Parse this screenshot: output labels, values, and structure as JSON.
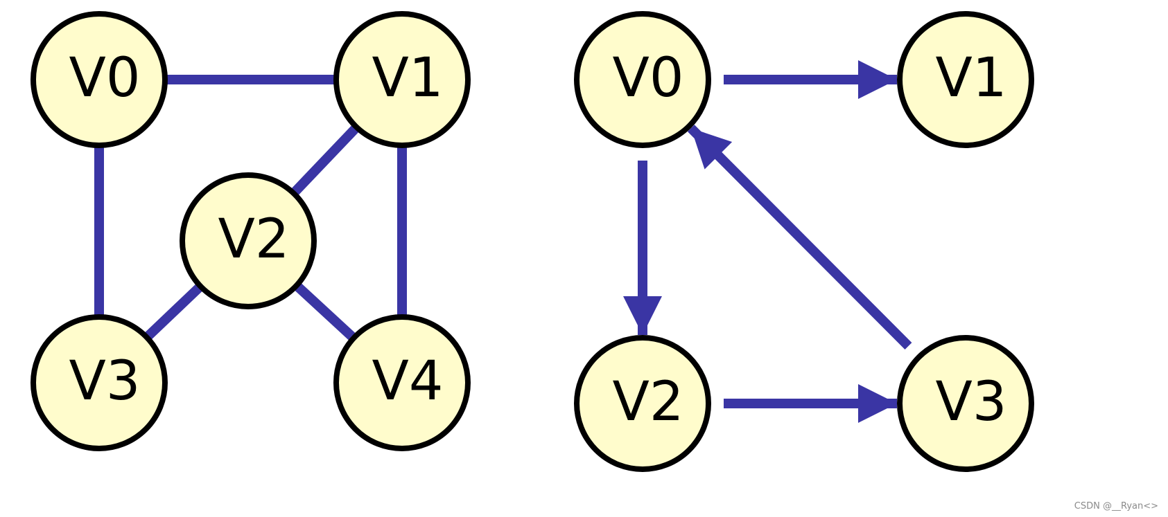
{
  "colors": {
    "edge": "#3a35a4",
    "node_fill": "#fffccc",
    "node_stroke": "#000000"
  },
  "graphs": [
    {
      "id": "undirected",
      "directed": false,
      "nodes": [
        {
          "id": "V0",
          "label": "V0"
        },
        {
          "id": "V1",
          "label": "V1"
        },
        {
          "id": "V2",
          "label": "V2"
        },
        {
          "id": "V3",
          "label": "V3"
        },
        {
          "id": "V4",
          "label": "V4"
        }
      ],
      "edges": [
        {
          "from": "V0",
          "to": "V1"
        },
        {
          "from": "V0",
          "to": "V3"
        },
        {
          "from": "V1",
          "to": "V2"
        },
        {
          "from": "V1",
          "to": "V4"
        },
        {
          "from": "V2",
          "to": "V3"
        },
        {
          "from": "V2",
          "to": "V4"
        }
      ]
    },
    {
      "id": "directed",
      "directed": true,
      "nodes": [
        {
          "id": "V0",
          "label": "V0"
        },
        {
          "id": "V1",
          "label": "V1"
        },
        {
          "id": "V2",
          "label": "V2"
        },
        {
          "id": "V3",
          "label": "V3"
        }
      ],
      "edges": [
        {
          "from": "V0",
          "to": "V1"
        },
        {
          "from": "V0",
          "to": "V2"
        },
        {
          "from": "V2",
          "to": "V3"
        },
        {
          "from": "V3",
          "to": "V0"
        }
      ]
    }
  ],
  "watermark": "CSDN @__Ryan<>"
}
